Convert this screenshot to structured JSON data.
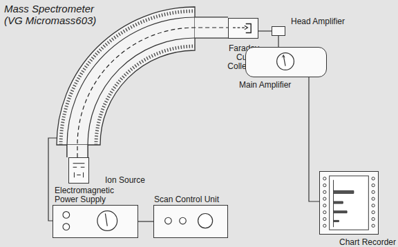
{
  "diagram": {
    "title": "Mass Spectrometer (VG Micromass603)",
    "nodes": [
      {
        "text": [
          "Ion Source"
        ]
      },
      {
        "text": [
          "Faraday Cup Collector"
        ]
      },
      {
        "text": [
          "Head Amplifier"
        ]
      },
      {
        "text": [
          "Main Amplifier"
        ]
      },
      {
        "text": [
          "Electromagnetic Power Supply"
        ]
      },
      {
        "text": [
          "Scan Control Unit"
        ]
      },
      {
        "text": [
          "Chart Recorder"
        ]
      }
    ],
    "edges": [
      {
        "from": 1,
        "to": 2,
        "arrow": "none"
      },
      {
        "from": 2,
        "to": 3,
        "arrow": "none"
      },
      {
        "from": 3,
        "to": 6,
        "arrow": "none"
      },
      {
        "from": 4,
        "to": 5,
        "arrow": "none"
      }
    ]
  }
}
